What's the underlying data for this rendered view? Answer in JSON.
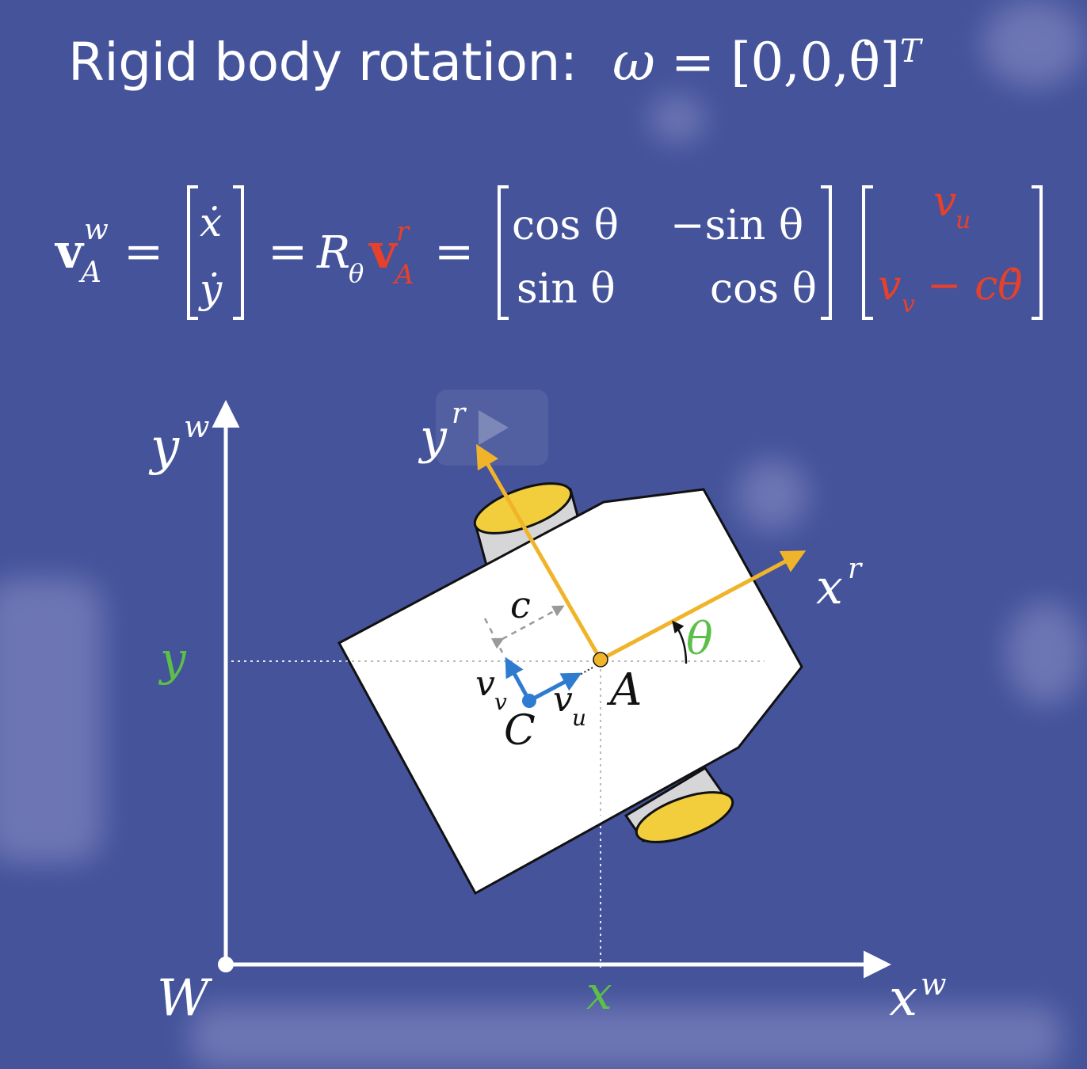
{
  "title": {
    "text": "Rigid body rotation:",
    "omega_symbol": "ω",
    "equals": "=",
    "vector": "[0,0,θ̇]",
    "superscript": "T"
  },
  "equation": {
    "lhs_base": "v",
    "lhs_sup": "w",
    "lhs_sub": "A",
    "eq": "=",
    "vec_top": "ẋ",
    "vec_bottom": "ẏ",
    "rot_base": "R",
    "rot_sub": "θ",
    "vr_base": "v",
    "vr_sup": "r",
    "vr_sub": "A",
    "m11": "cos θ",
    "m12": "−sin θ",
    "m21": "sin θ",
    "m22": "cos θ",
    "rhs_top_base": "v",
    "rhs_top_sub": "u",
    "rhs_bottom_base": "v",
    "rhs_bottom_sub": "v",
    "rhs_bottom_rest": "− cθ̇"
  },
  "labels": {
    "world_y_base": "y",
    "world_y_sup": "w",
    "world_x_base": "x",
    "world_x_sup": "w",
    "origin": "W",
    "robot_y_base": "y",
    "robot_y_sup": "r",
    "robot_x_base": "x",
    "robot_x_sup": "r",
    "theta": "θ",
    "point_A": "A",
    "point_C": "C",
    "offset_c": "c",
    "vel_u_base": "v",
    "vel_u_sub": "u",
    "vel_v_base": "v",
    "vel_v_sub": "v",
    "coord_x": "x",
    "coord_y": "y"
  },
  "colors": {
    "background": "#44539a",
    "white": "#ffffff",
    "red": "#e8412b",
    "yellow": "#f0b42a",
    "green": "#5cbf4a",
    "blue": "#2f7bd0",
    "wheel": "#f2cd3c",
    "wheel_body": "#d6d6d9"
  },
  "icons": {
    "play": "play-icon"
  }
}
